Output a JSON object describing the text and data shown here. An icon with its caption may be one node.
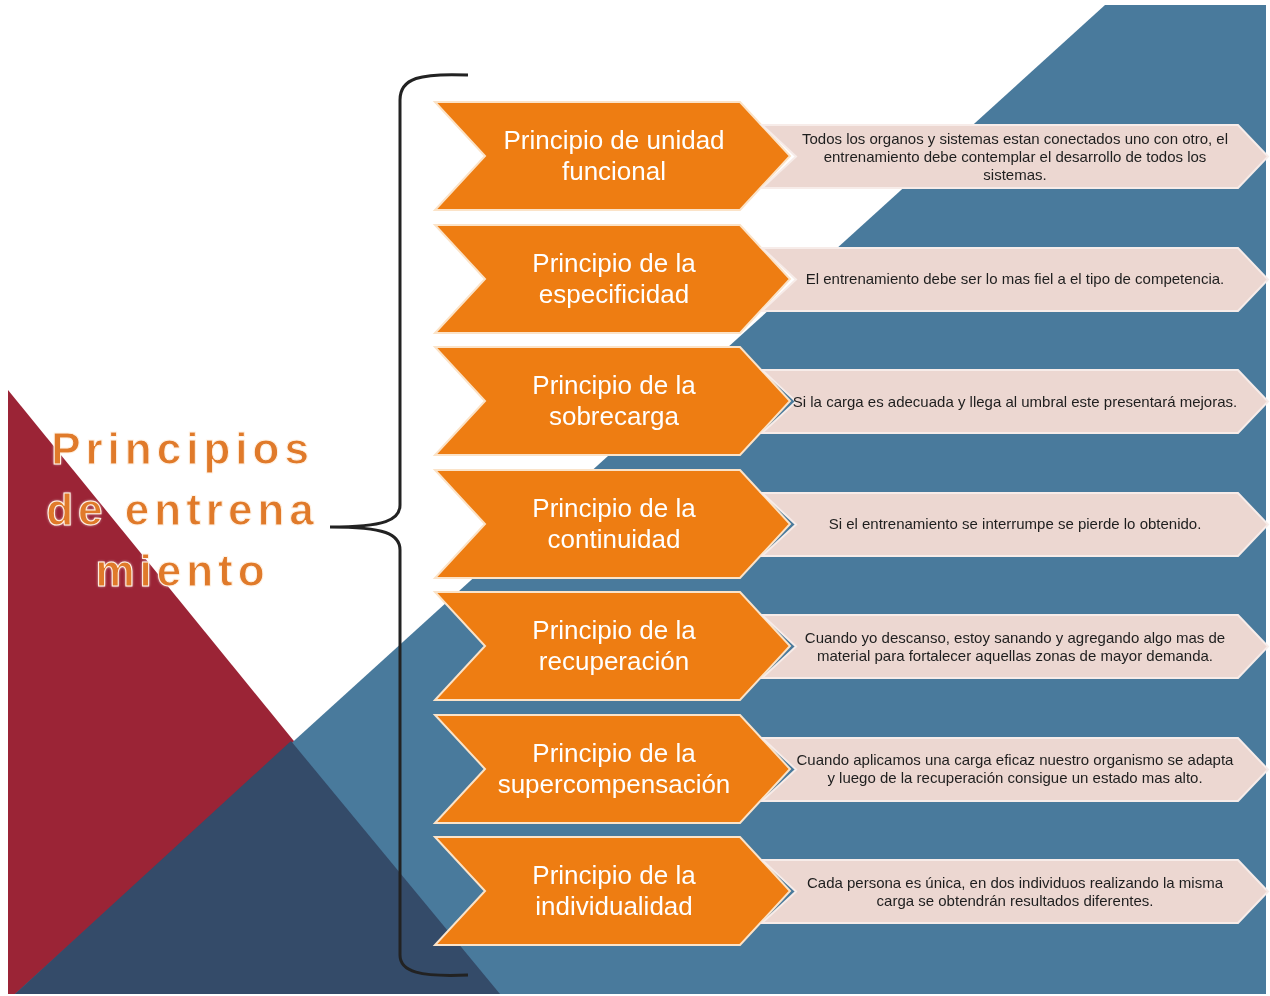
{
  "diagram": {
    "title": "Principios de entrenamiento",
    "nodes": [
      {
        "text": [
          "Principio de unidad funcional"
        ]
      },
      {
        "text": [
          "Todos los organos y sistemas estan conectados uno con otro, el entrenamiento debe contemplar el desarrollo de todos los sistemas."
        ]
      },
      {
        "text": [
          "Principio de la especificidad"
        ]
      },
      {
        "text": [
          "El entrenamiento debe ser lo mas fiel a el tipo de competencia."
        ]
      },
      {
        "text": [
          "Principio de la sobrecarga"
        ]
      },
      {
        "text": [
          "Si la carga es adecuada y llega al umbral este presentará mejoras."
        ]
      },
      {
        "text": [
          "Principio de la continuidad"
        ]
      },
      {
        "text": [
          "Si el entrenamiento se interrumpe se pierde lo obtenido."
        ]
      },
      {
        "text": [
          "Principio de la recuperación"
        ]
      },
      {
        "text": [
          "Cuando yo descanso, estoy sanando y agregando algo mas de material para fortalecer aquellas zonas de mayor demanda."
        ]
      },
      {
        "text": [
          "Principio de la supercompensación"
        ]
      },
      {
        "text": [
          "Cuando aplicamos una carga eficaz nuestro organismo se adapta y luego de la recuperación consigue un estado mas alto."
        ]
      },
      {
        "text": [
          "Principio de la individualidad"
        ]
      },
      {
        "text": [
          "Cada persona es única, en dos individuos realizando la misma carga se obtendrán resultados diferentes."
        ]
      }
    ]
  }
}
